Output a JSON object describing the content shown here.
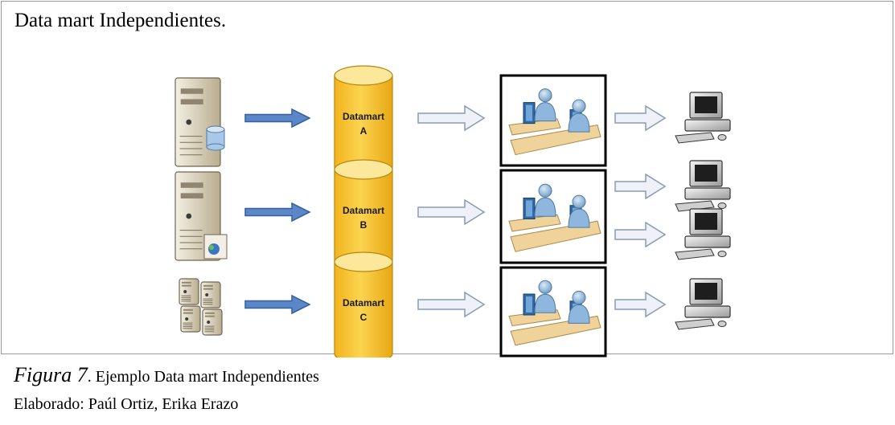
{
  "header": {
    "title": "Data mart Independientes."
  },
  "diagram": {
    "rows": [
      {
        "source_icon": "server-database-icon",
        "datamart_line1": "Datamart",
        "datamart_line2": "A",
        "client_count": 1
      },
      {
        "source_icon": "server-web-icon",
        "datamart_line1": "Datamart",
        "datamart_line2": "B",
        "client_count": 2
      },
      {
        "source_icon": "server-cluster-icon",
        "datamart_line1": "Datamart",
        "datamart_line2": "C",
        "client_count": 1
      }
    ],
    "colors": {
      "source_arrow": "#5b86c8",
      "flow_arrow": "#eef2f8",
      "cylinder": "#f7c52c",
      "cylinder_top": "#fde79a"
    }
  },
  "caption": {
    "label": "Figura 7",
    "text": ". Ejemplo Data mart Independientes"
  },
  "credit": {
    "text": "Elaborado: Paúl Ortiz, Erika Erazo"
  }
}
